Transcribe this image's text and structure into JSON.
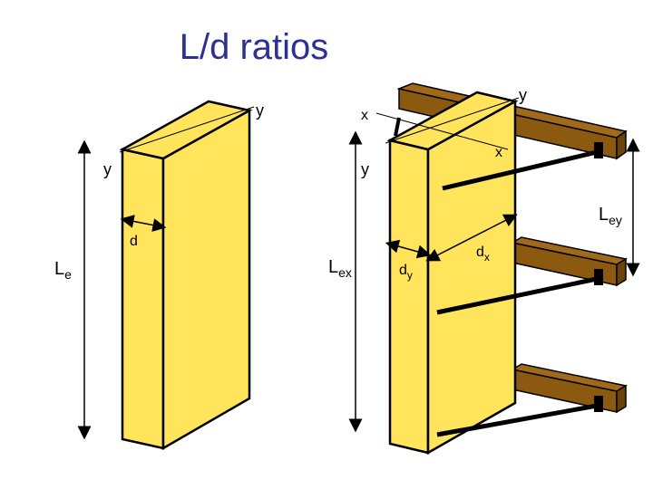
{
  "title": "L/d ratios",
  "colors": {
    "column": "#ffe45c",
    "bracing": "#8b5a10",
    "title": "#2e3192"
  },
  "left_column": {
    "axis_y_top": "y",
    "axis_y_left": "y",
    "depth": "d",
    "length": "L",
    "length_sub": "e"
  },
  "right_column": {
    "axis_y_top": "y",
    "axis_x_top": "x",
    "axis_x_right": "x",
    "axis_y_left": "y",
    "length_x": "L",
    "length_x_sub": "ex",
    "length_y": "L",
    "length_y_sub": "ey",
    "depth_y": "d",
    "depth_y_sub": "y",
    "depth_x": "d",
    "depth_x_sub": "x"
  }
}
